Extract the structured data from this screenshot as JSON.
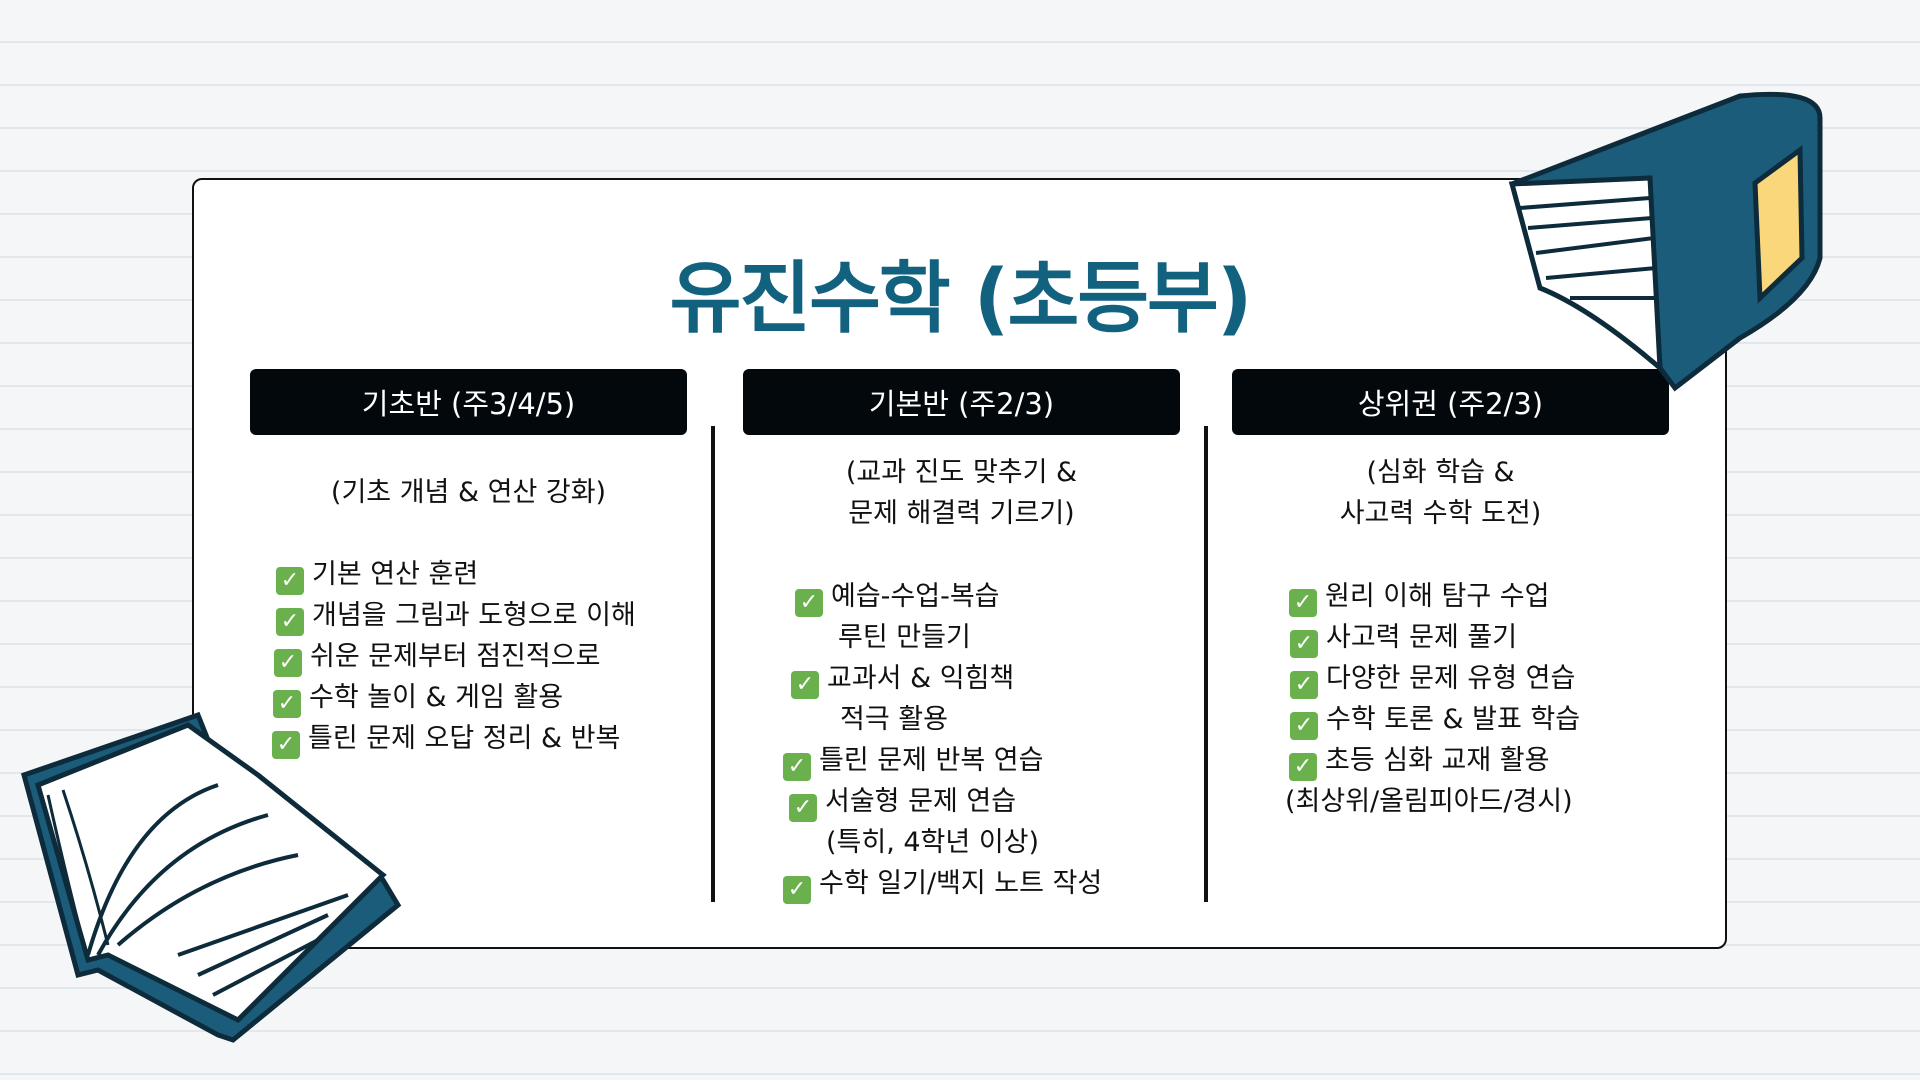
{
  "title": "유진수학 (초등부)",
  "columns": [
    {
      "header": "기초반 (주3/4/5)",
      "subtitle": [
        "(기초 개념 & 연산 강화)"
      ],
      "items": [
        "기본 연산 훈련",
        "개념을 그림과 도형으로 이해",
        "쉬운 문제부터 점진적으로",
        "수학 놀이 & 게임 활용",
        "틀린 문제 오답 정리 & 반복"
      ]
    },
    {
      "header": "기본반 (주2/3)",
      "subtitle": [
        "(교과 진도 맞추기 &",
        "문제 해결력 기르기)"
      ],
      "items": [
        "예습-수업-복습",
        "루틴 만들기",
        "교과서 & 익힘책",
        "적극 활용",
        "틀린 문제 반복 연습",
        "서술형 문제 연습",
        "(특히, 4학년 이상)",
        "수학 일기/백지 노트 작성"
      ]
    },
    {
      "header": "상위권 (주2/3)",
      "subtitle": [
        "(심화 학습 &",
        "사고력 수학 도전)"
      ],
      "items": [
        "원리 이해 탐구 수업",
        "사고력 문제 풀기",
        "다양한 문제 유형 연습",
        "수학 토론 & 발표 학습",
        "초등 심화 교재 활용",
        "(최상위/올림피아드/경시)"
      ]
    }
  ],
  "colors": {
    "title": "#12627f",
    "check": "#6ab04c",
    "book": "#1b5c7a",
    "bookmark": "#f9d77a"
  }
}
